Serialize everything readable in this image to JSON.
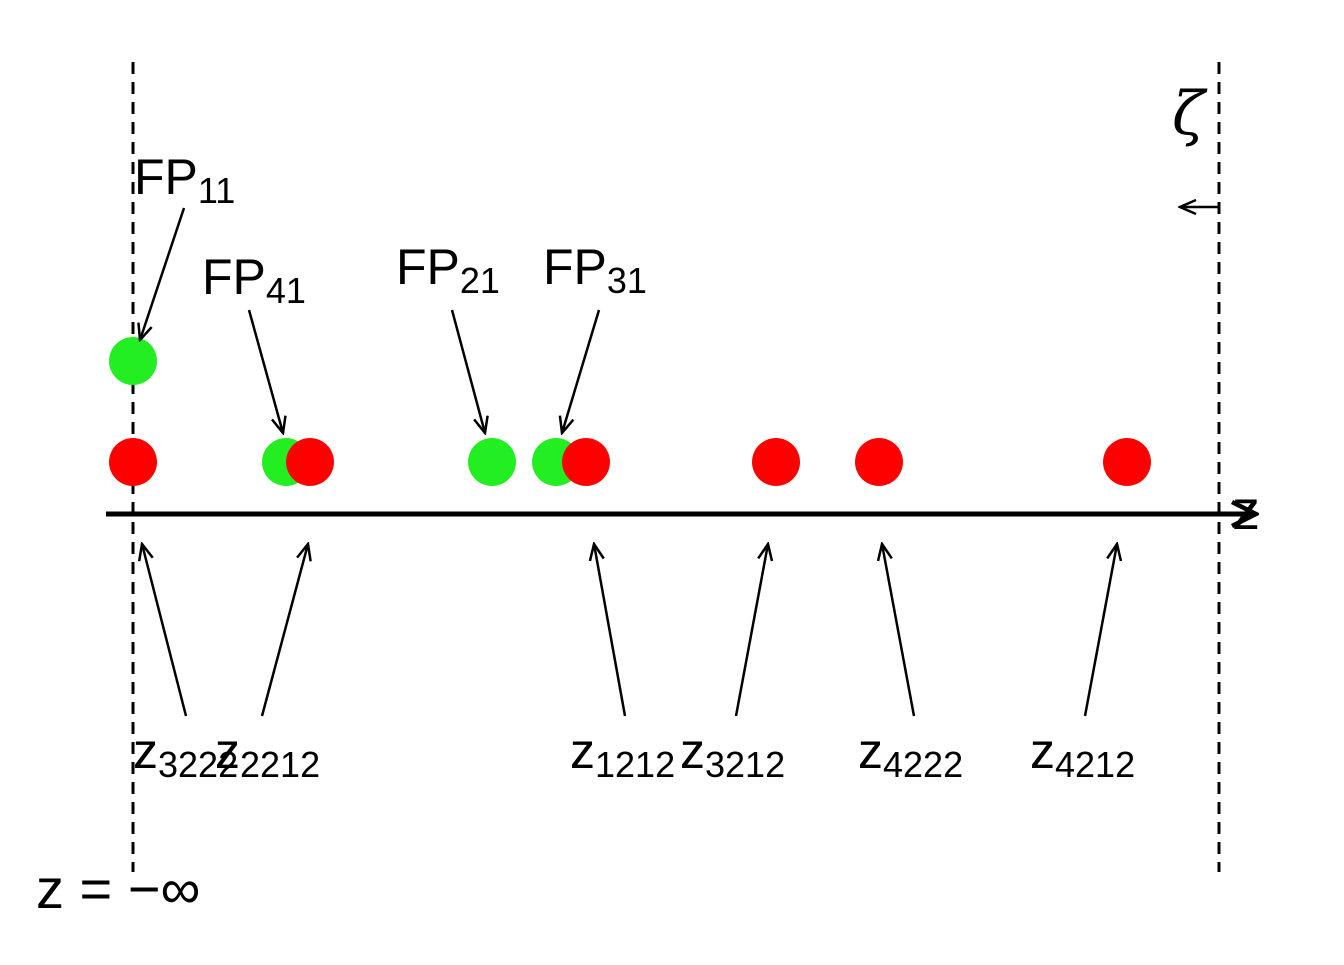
{
  "diagram": {
    "axis_label": "z",
    "left_boundary_label": "z = −∞",
    "right_boundary_label": "ζ",
    "colors": {
      "fixed_point": "#22ee22",
      "z_point": "#ff0000",
      "line": "#000000",
      "background": "#ffffff"
    },
    "fp_labels": [
      {
        "id": "fp11",
        "main": "FP",
        "sub": "11"
      },
      {
        "id": "fp41",
        "main": "FP",
        "sub": "41"
      },
      {
        "id": "fp21",
        "main": "FP",
        "sub": "21"
      },
      {
        "id": "fp31",
        "main": "FP",
        "sub": "31"
      }
    ],
    "z_labels": [
      {
        "id": "z3222",
        "main": "z",
        "sub": "3222"
      },
      {
        "id": "z2212",
        "main": "z",
        "sub": "2212"
      },
      {
        "id": "z1212",
        "main": "z",
        "sub": "1212"
      },
      {
        "id": "z3212",
        "main": "z",
        "sub": "3212"
      },
      {
        "id": "z4222",
        "main": "z",
        "sub": "4222"
      },
      {
        "id": "z4212",
        "main": "z",
        "sub": "4212"
      }
    ]
  }
}
